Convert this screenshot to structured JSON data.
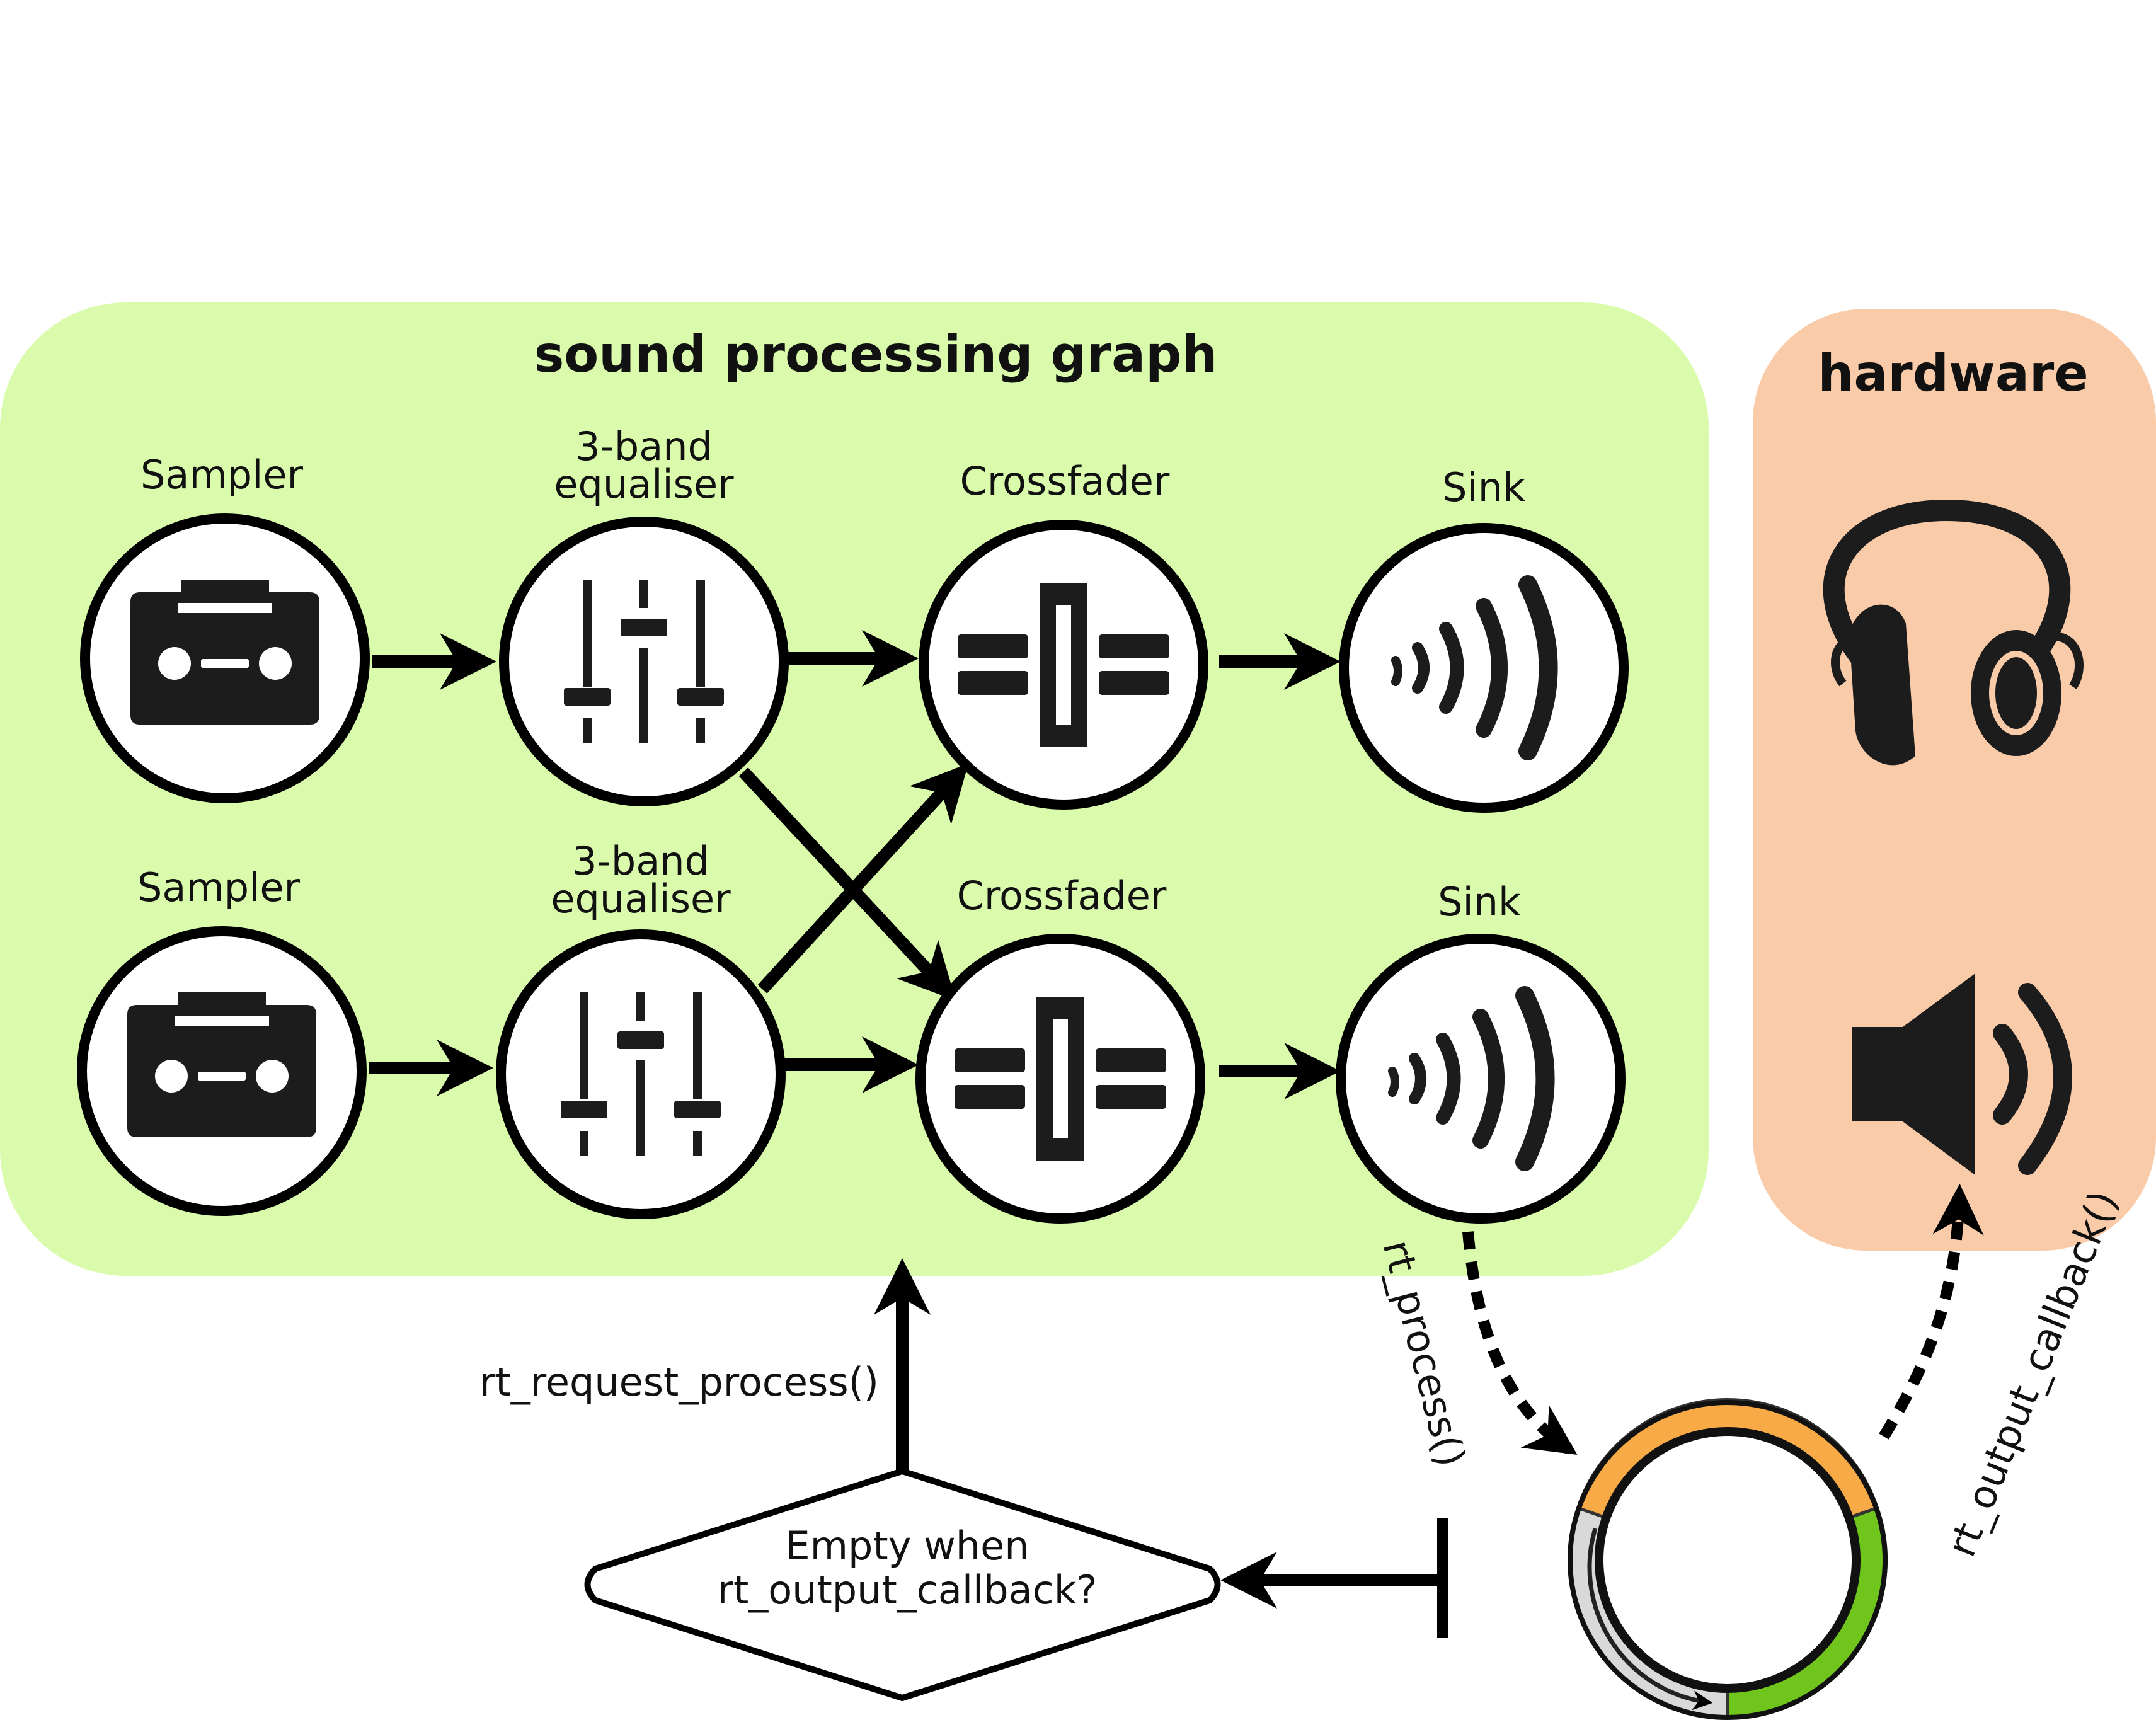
{
  "panels": {
    "graph_title": "sound processing graph",
    "hardware_title": "hardware"
  },
  "nodes": {
    "sampler_top": "Sampler",
    "sampler_bottom": "Sampler",
    "eq_top_line1": "3-band",
    "eq_top_line2": "equaliser",
    "eq_bottom_line1": "3-band",
    "eq_bottom_line2": "equaliser",
    "crossfader_top": "Crossfader",
    "crossfader_bottom": "Crossfader",
    "sink_top": "Sink",
    "sink_bottom": "Sink"
  },
  "labels": {
    "request": "rt_request_process()",
    "process": "rt_process()",
    "output_callback": "rt_output_callback()"
  },
  "decision": {
    "line1": "Empty when",
    "line2": "rt_output_callback?"
  },
  "icons": {
    "sampler": "cassette-icon",
    "equaliser": "equaliser-sliders-icon",
    "crossfader": "crossfader-icon",
    "sink": "sound-waves-icon",
    "headphones": "headphones-icon",
    "speaker": "speaker-icon",
    "buffer": "ring-buffer-icon"
  },
  "colors": {
    "graph_panel": "#d9fbab",
    "hardware_panel": "#f9cba8",
    "buffer_orange": "#f7aa45",
    "buffer_green": "#6fc51b",
    "buffer_gray": "#d9d9d9"
  }
}
